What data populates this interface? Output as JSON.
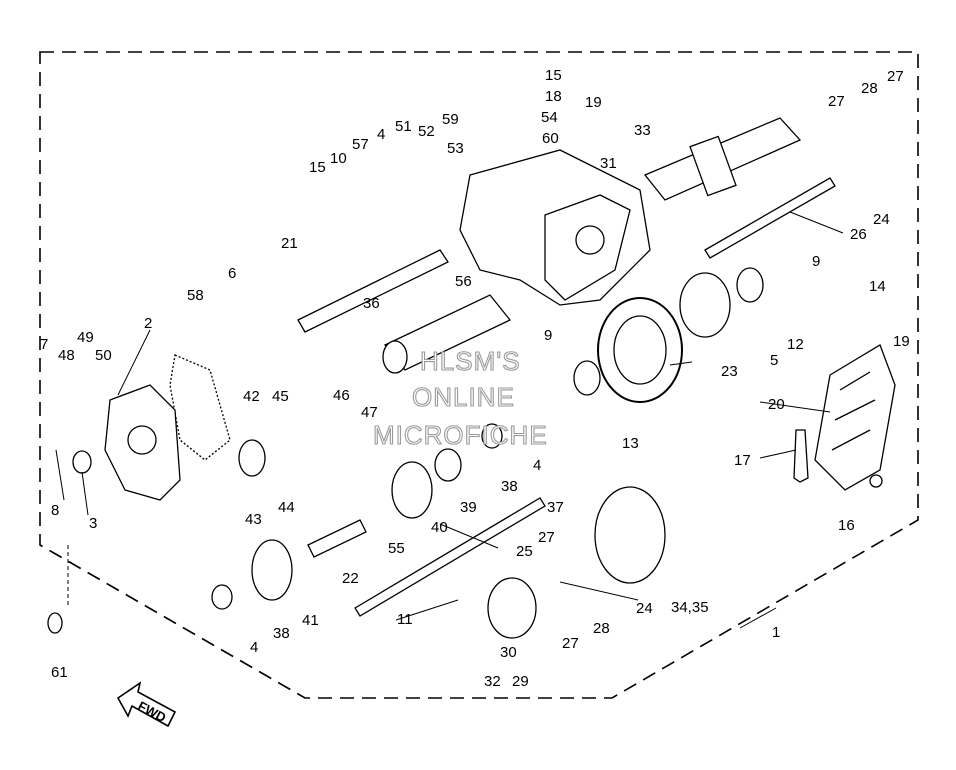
{
  "diagram": {
    "watermark_lines": [
      "HLSM'S",
      "ONLINE",
      "MICROFICHE"
    ],
    "direction_label": "FWD",
    "callouts": [
      "1",
      "2",
      "3",
      "4",
      "5",
      "6",
      "7",
      "8",
      "9",
      "10",
      "11",
      "12",
      "13",
      "14",
      "15",
      "16",
      "17",
      "18",
      "19",
      "20",
      "21",
      "22",
      "23",
      "24",
      "25",
      "26",
      "27",
      "28",
      "29",
      "30",
      "31",
      "32",
      "33",
      "34,35",
      "36",
      "37",
      "38",
      "39",
      "40",
      "41",
      "42",
      "43",
      "44",
      "45",
      "46",
      "47",
      "48",
      "49",
      "50",
      "51",
      "52",
      "53",
      "54",
      "55",
      "56",
      "57",
      "58",
      "59",
      "60",
      "61"
    ]
  }
}
